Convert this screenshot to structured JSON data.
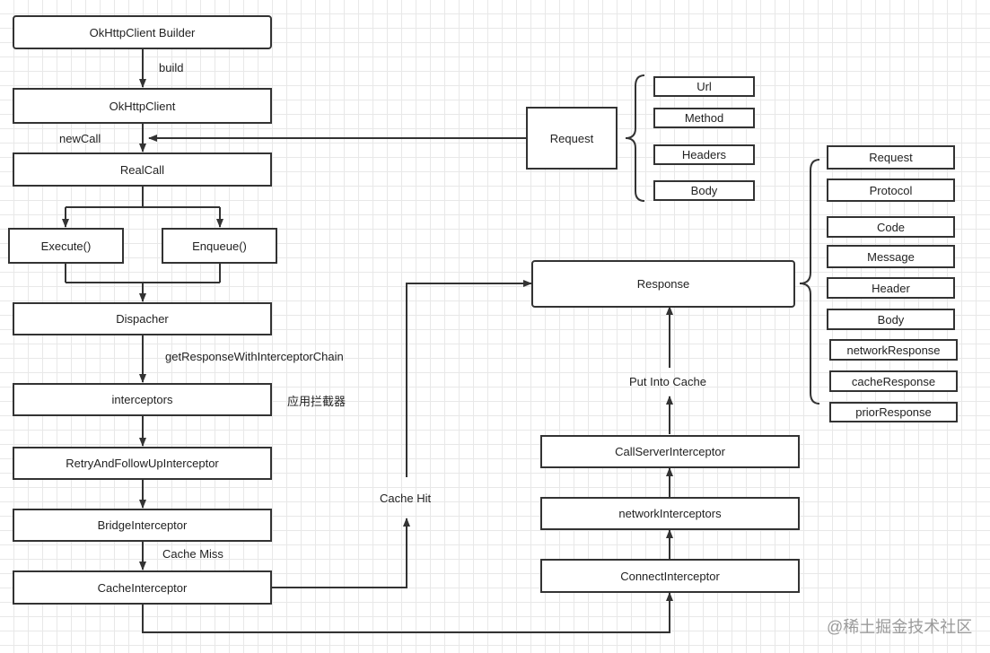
{
  "flow": {
    "builder": "OkHttpClient Builder",
    "client": "OkHttpClient",
    "real_call": "RealCall",
    "execute": "Execute()",
    "enqueue": "Enqueue()",
    "dispatcher": "Dispacher",
    "interceptors": "interceptors",
    "retry": "RetryAndFollowUpInterceptor",
    "bridge": "BridgeInterceptor",
    "cache": "CacheInterceptor",
    "connect": "ConnectInterceptor",
    "network_interceptors": "networkInterceptors",
    "call_server": "CallServerInterceptor",
    "response": "Response"
  },
  "edge_labels": {
    "build": "build",
    "new_call": "newCall",
    "get_response": "getResponseWithInterceptorChain",
    "app_interceptor": "应用拦截器",
    "cache_miss": "Cache Miss",
    "cache_hit": "Cache Hit",
    "put_into_cache": "Put Into Cache"
  },
  "request": {
    "title": "Request",
    "fields": [
      "Url",
      "Method",
      "Headers",
      "Body"
    ]
  },
  "response_fields": [
    "Request",
    "Protocol",
    "Code",
    "Message",
    "Header",
    "Body",
    "networkResponse",
    "cacheResponse",
    "priorResponse"
  ],
  "watermark": "@稀土掘金技术社区",
  "colors": {
    "stroke": "#333333",
    "grid": "#e8e8e8",
    "background": "#ffffff",
    "watermark": "#9a9a9a"
  }
}
